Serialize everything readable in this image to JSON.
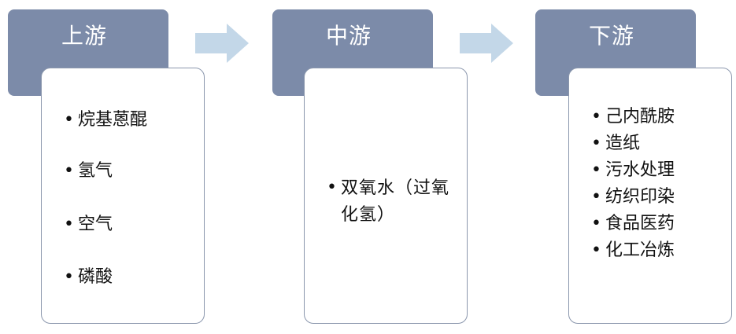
{
  "colors": {
    "header_fill": "#7c8ba9",
    "card_border": "#8b97ad",
    "arrow_fill": "#c3d7e8"
  },
  "bullet_char": "•",
  "stages": [
    {
      "title": "上游",
      "items": [
        "烷基蒽醌",
        "氢气",
        "空气",
        "磷酸"
      ]
    },
    {
      "title": "中游",
      "items": [
        "双氧水（过氧化氢）"
      ]
    },
    {
      "title": "下游",
      "items": [
        "己内酰胺",
        "造纸",
        "污水处理",
        "纺织印染",
        "食品医药",
        "化工冶炼"
      ]
    }
  ]
}
